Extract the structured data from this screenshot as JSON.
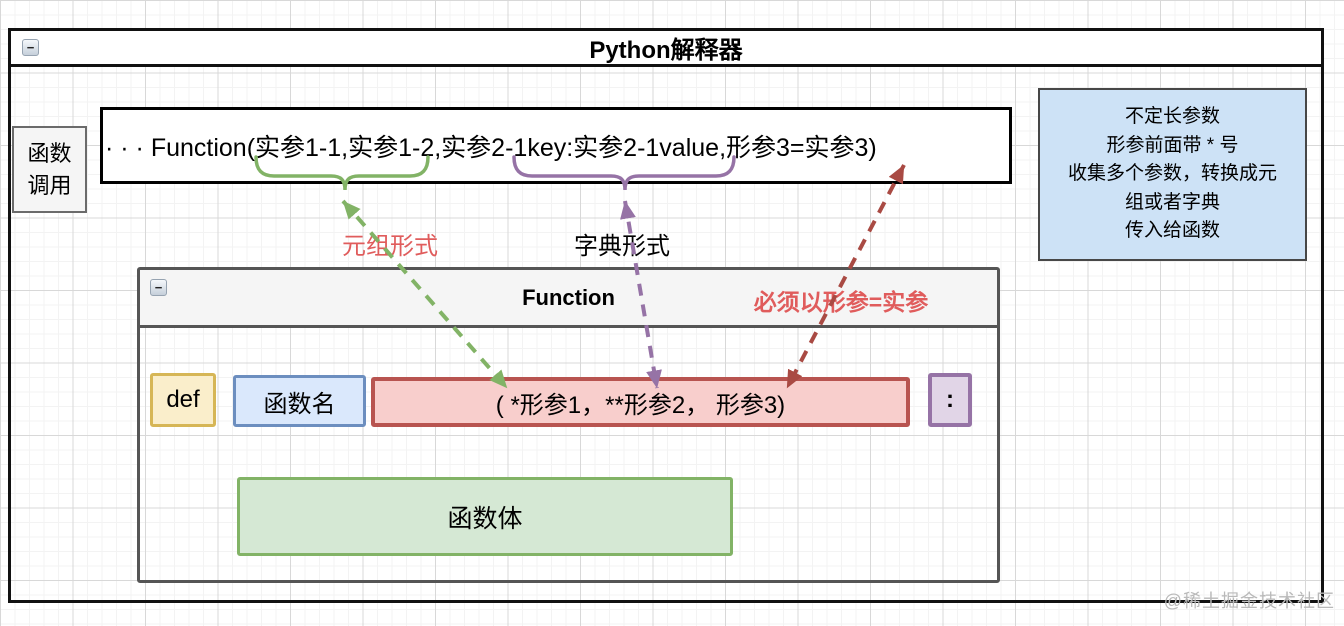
{
  "diagram": {
    "title": "Python解释器",
    "watermark": "@稀土掘金技术社区",
    "collapse_glyph": "−"
  },
  "caller": {
    "label": "函数\n调用",
    "call_expression": "· · · Function(实参1-1,实参1-2,实参2-1key:实参2-1value,形参3=实参3)"
  },
  "labels": {
    "tuple_form": "元组形式",
    "dict_form": "字典形式",
    "keyword_rule": "必须以形参=实参"
  },
  "note": {
    "text": "不定长参数\n形参前面带 * 号\n收集多个参数，转换成元\n组或者字典\n传入给函数"
  },
  "function_def": {
    "container_title": "Function",
    "def_keyword": "def",
    "name": "函数名",
    "params": "( *形参1，**形参2， 形参3)",
    "colon": ":",
    "body": "函数体"
  },
  "colors": {
    "tuple_accent": "#82b366",
    "dict_accent": "#9673a6",
    "kwarg_arrow": "#a94a43",
    "red_text": "#e05c5c"
  }
}
